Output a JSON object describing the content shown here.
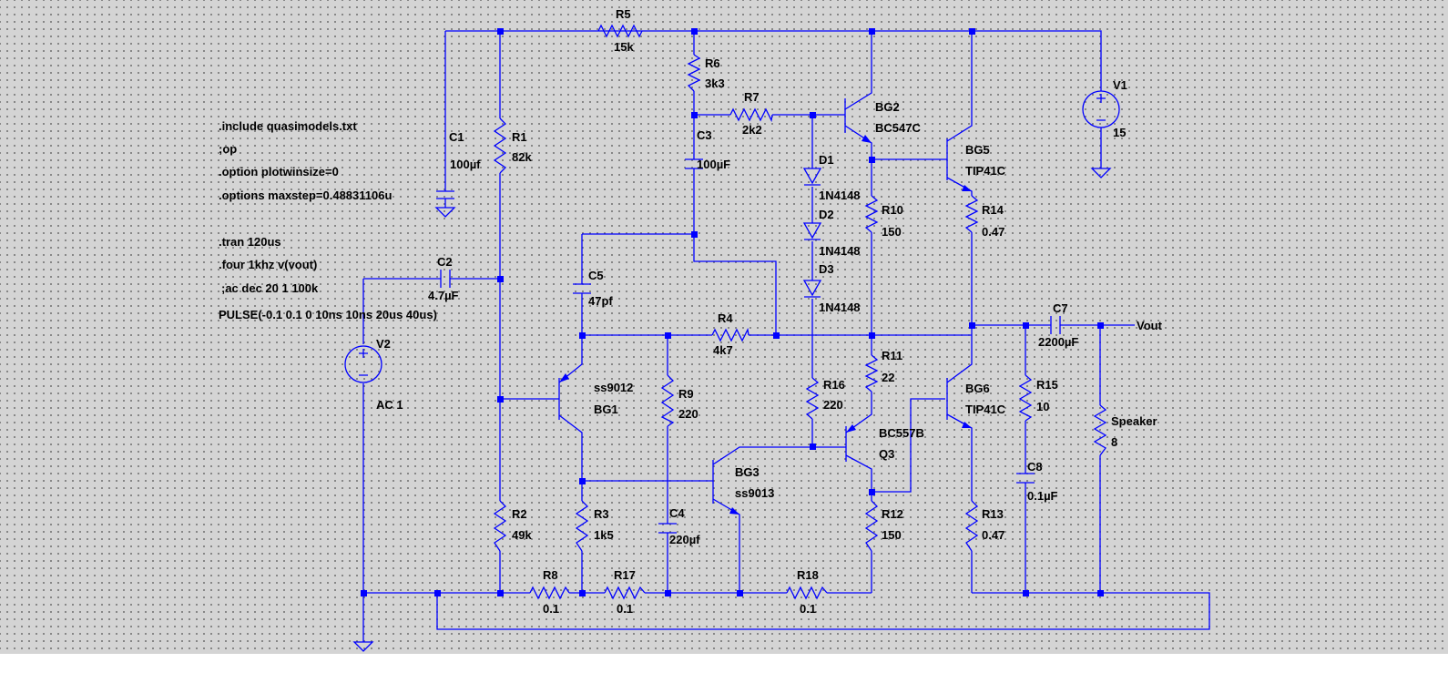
{
  "colors": {
    "wire": "#0000ff",
    "text": "#000000",
    "grid_dot": "#707070",
    "background": "#d4d4d4"
  },
  "directives": [
    ".include quasimodels.txt",
    ";op",
    ".option plotwinsize=0",
    ".options maxstep=0.48831106u",
    ".tran 120us",
    ".four 1khz v(vout)",
    ";ac dec 20 1 100k",
    "PULSE(-0.1 0.1 0 10ns 10ns 20us 40us)"
  ],
  "components": {
    "R5": {
      "name": "R5",
      "value": "15k"
    },
    "R6": {
      "name": "R6",
      "value": "3k3"
    },
    "R7": {
      "name": "R7",
      "value": "2k2"
    },
    "C1": {
      "name": "C1",
      "value": "100µf"
    },
    "R1": {
      "name": "R1",
      "value": "82k"
    },
    "C3": {
      "name": "C3",
      "value": "100µF"
    },
    "BG2": {
      "name": "BG2",
      "value": "BC547C"
    },
    "D1": {
      "name": "D1",
      "value": "1N4148"
    },
    "D2": {
      "name": "D2",
      "value": "1N4148"
    },
    "D3": {
      "name": "D3",
      "value": "1N4148"
    },
    "BG5": {
      "name": "BG5",
      "value": "TIP41C"
    },
    "V1": {
      "name": "V1",
      "value": "15"
    },
    "R10": {
      "name": "R10",
      "value": "150"
    },
    "R14": {
      "name": "R14",
      "value": "0.47"
    },
    "C2": {
      "name": "C2",
      "value": "4.7µF"
    },
    "C5": {
      "name": "C5",
      "value": "47pf"
    },
    "R4": {
      "name": "R4",
      "value": "4k7"
    },
    "C7": {
      "name": "C7",
      "value": "2200µF"
    },
    "V2": {
      "name": "V2",
      "value": "AC 1"
    },
    "R11": {
      "name": "R11",
      "value": "22"
    },
    "BG1": {
      "name": "BG1",
      "value": "ss9012"
    },
    "R9": {
      "name": "R9",
      "value": "220"
    },
    "R16": {
      "name": "R16",
      "value": "220"
    },
    "BG6": {
      "name": "BG6",
      "value": "TIP41C"
    },
    "R15": {
      "name": "R15",
      "value": "10"
    },
    "Speaker": {
      "name": "Speaker",
      "value": "8"
    },
    "Q3": {
      "name": "Q3",
      "value": "BC557B"
    },
    "BG3": {
      "name": "BG3",
      "value": "ss9013"
    },
    "C8": {
      "name": "C8",
      "value": "0.1µF"
    },
    "R2": {
      "name": "R2",
      "value": "49k"
    },
    "R3": {
      "name": "R3",
      "value": "1k5"
    },
    "C4": {
      "name": "C4",
      "value": "220µf"
    },
    "R12": {
      "name": "R12",
      "value": "150"
    },
    "R13": {
      "name": "R13",
      "value": "0.47"
    },
    "R8": {
      "name": "R8",
      "value": "0.1"
    },
    "R17": {
      "name": "R17",
      "value": "0.1"
    },
    "R18": {
      "name": "R18",
      "value": "0.1"
    }
  },
  "net_labels": {
    "vout": "Vout"
  }
}
